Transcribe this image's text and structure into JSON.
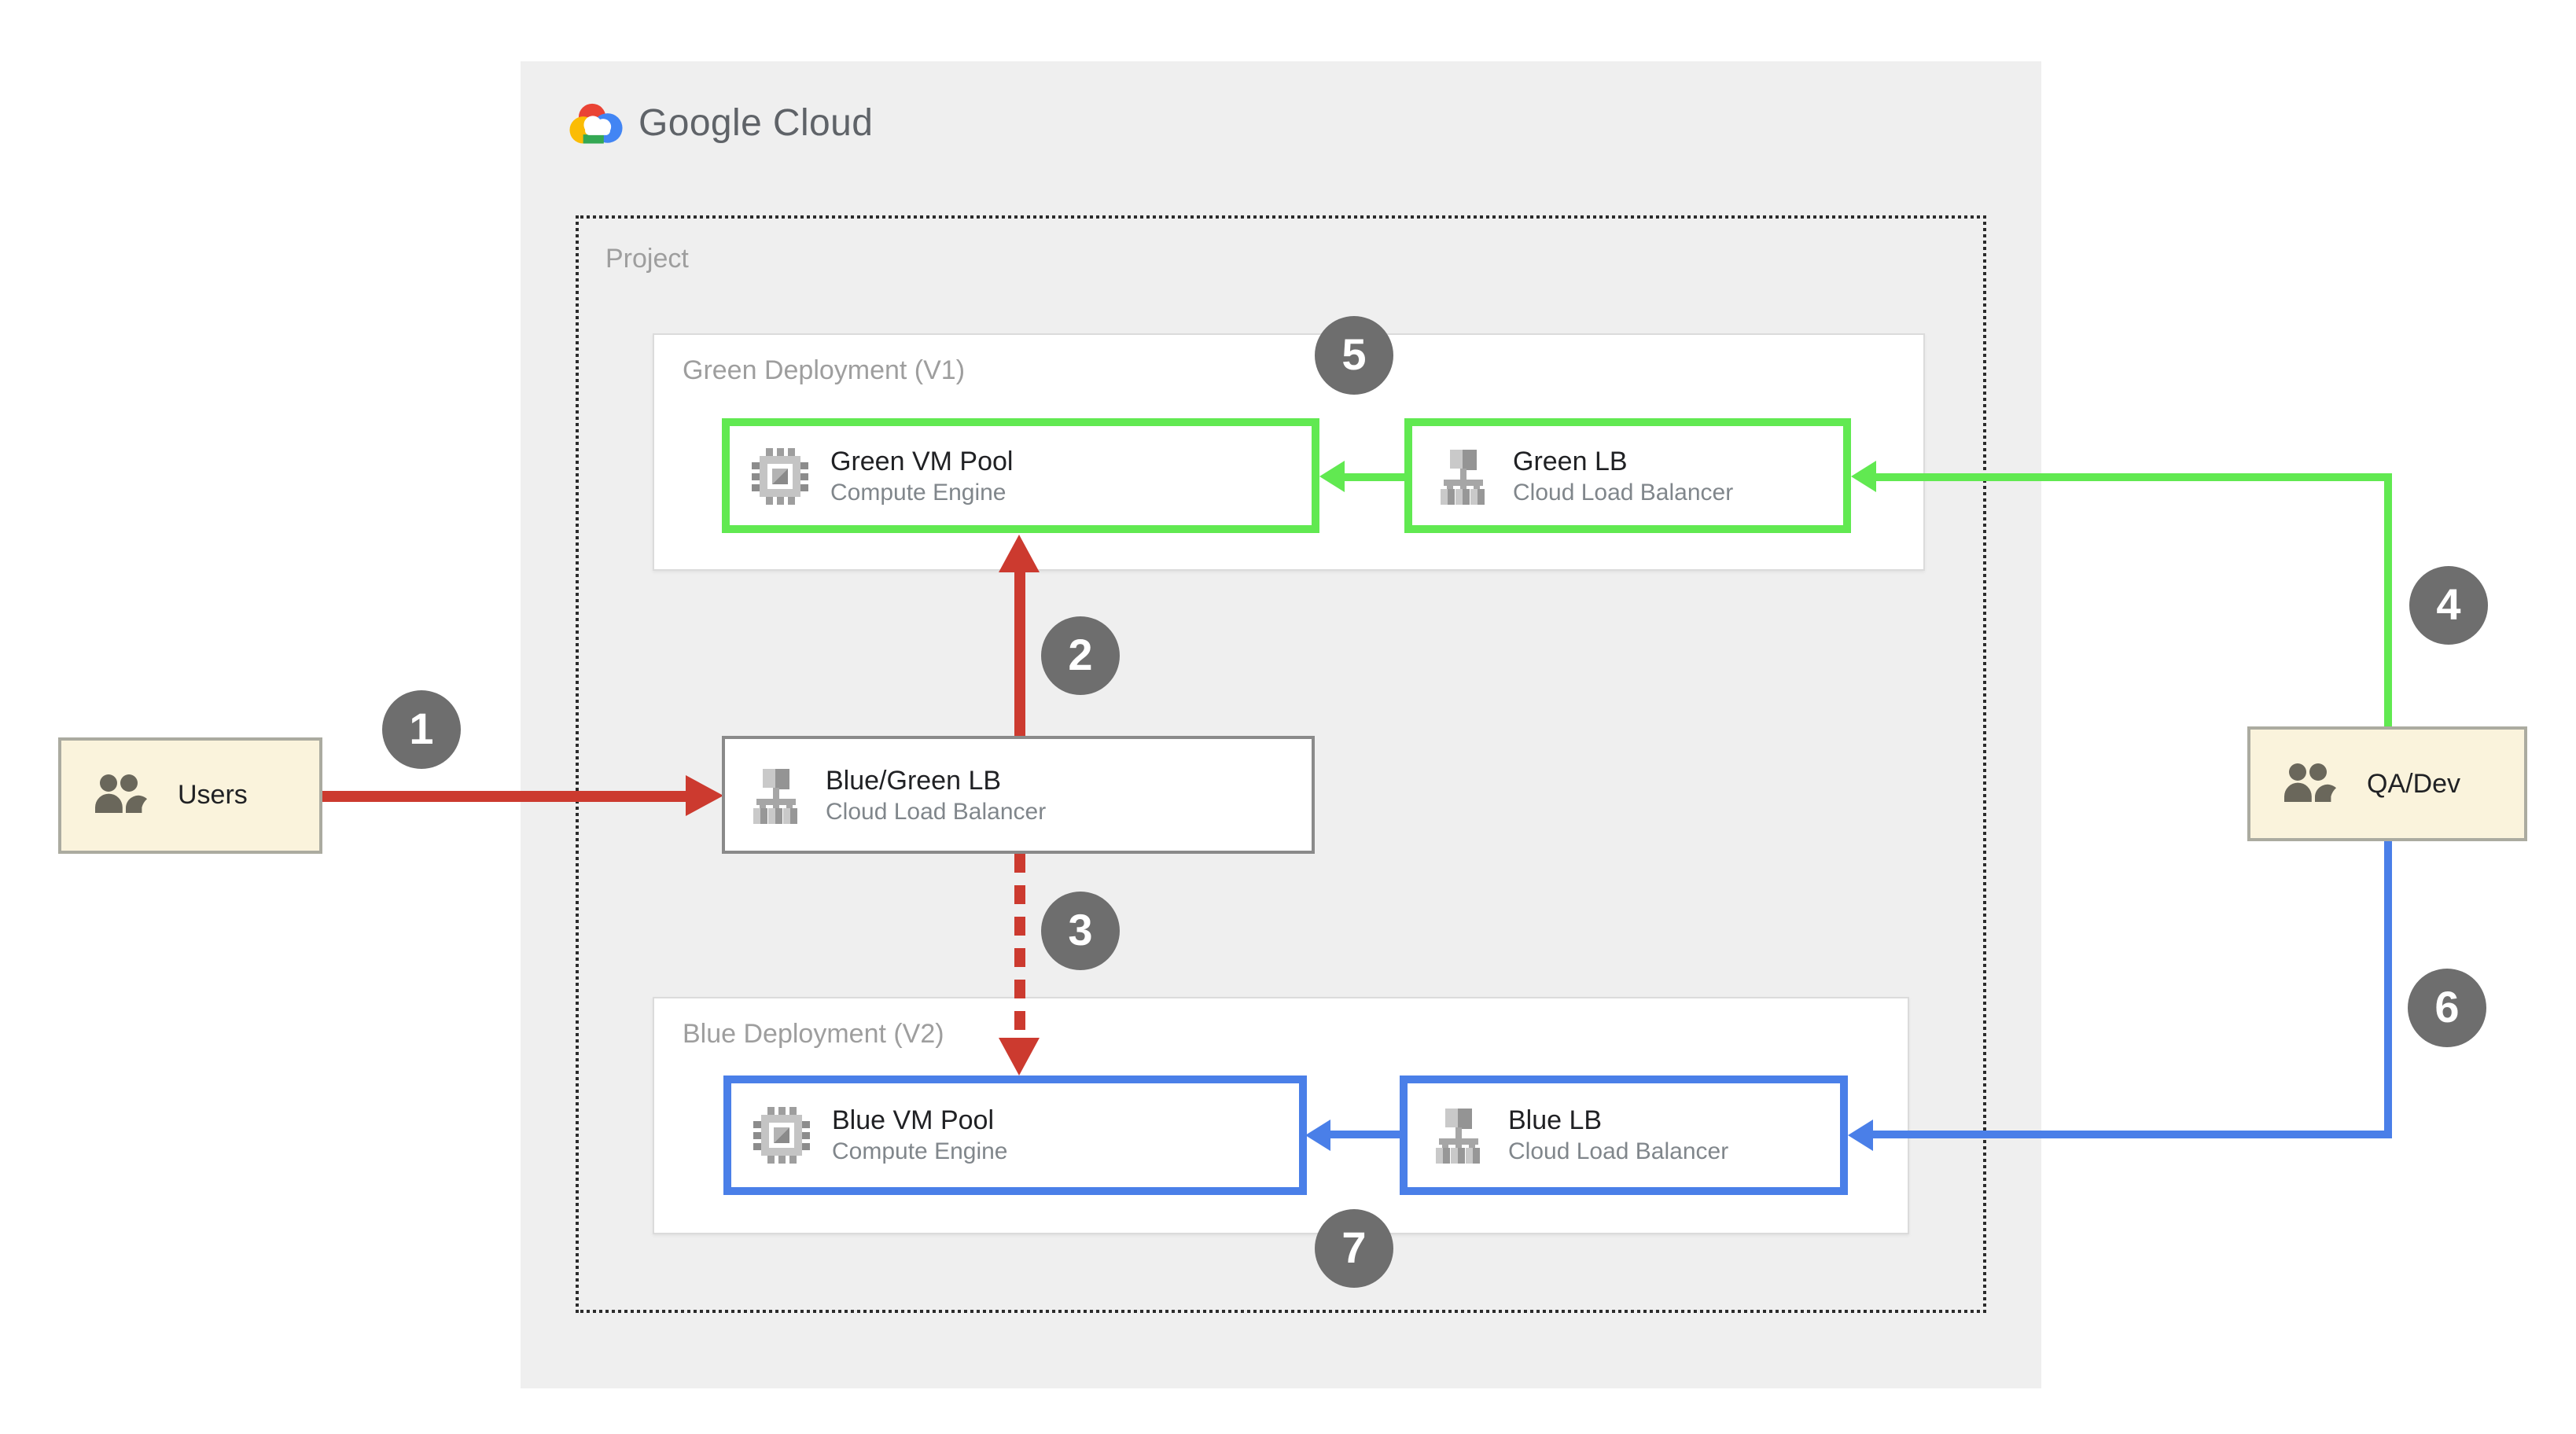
{
  "logo": {
    "text": "Google Cloud"
  },
  "project": {
    "label": "Project"
  },
  "deployments": {
    "green": {
      "label": "Green Deployment (V1)"
    },
    "blue": {
      "label": "Blue Deployment (V2)"
    }
  },
  "nodes": {
    "green_vm": {
      "title": "Green VM Pool",
      "subtitle": "Compute Engine"
    },
    "green_lb": {
      "title": "Green LB",
      "subtitle": "Cloud Load Balancer"
    },
    "bluegreen_lb": {
      "title": "Blue/Green LB",
      "subtitle": "Cloud Load Balancer"
    },
    "blue_vm": {
      "title": "Blue VM Pool",
      "subtitle": "Compute Engine"
    },
    "blue_lb": {
      "title": "Blue LB",
      "subtitle": "Cloud Load Balancer"
    }
  },
  "actors": {
    "users": {
      "label": "Users"
    },
    "qadev": {
      "label": "QA/Dev"
    }
  },
  "badges": [
    "1",
    "2",
    "3",
    "4",
    "5",
    "6",
    "7"
  ],
  "colors": {
    "green": "#61E951",
    "blue": "#4A7FE8",
    "red": "#CC3A2F",
    "badge_gray": "#6E6E6E",
    "panel_gray": "#EFEFEF",
    "actor_cream": "#FAF3DC",
    "title_text": "#202124",
    "subtitle_text": "#80868B",
    "label_gray": "#9E9E9E",
    "logo_text": "#5F6368"
  }
}
